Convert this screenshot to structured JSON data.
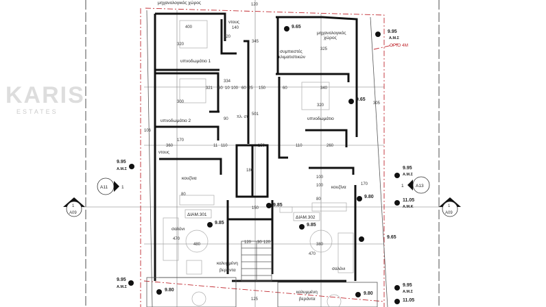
{
  "plan": {
    "rooms": {
      "mech_top_left": "μηχανολογικός χώρος",
      "shower_top": "ντους",
      "bedroom1": "υπνοδωμάτιο 1",
      "bedroom2": "υπνοδωμάτιο 2",
      "mech_right_1": "μηχανολογικός",
      "mech_right_2": "χώρος",
      "compressors_1": "συμπιεστές",
      "compressors_2": "κλιματιστικών",
      "bedroom_right": "υπνοδωμάτιο",
      "shower_left": "ντους",
      "kitchen_left": "κουζίνα",
      "kitchen_right": "κουζίνα",
      "living_left": "σαλόνι",
      "living_right": "σαλόνι",
      "storage": "πλ. στ.",
      "veranda_left_1": "καλυμμένη",
      "veranda_left_2": "βεράντα",
      "veranda_right_1": "καλυμμένη",
      "veranda_right_2": "βεράντα"
    },
    "apartments": {
      "left": "ΔΙΑΜ.301",
      "right": "ΔΙΑΜ.302"
    },
    "limit_label": "ΟΡΙΟ 4Μ",
    "levels": {
      "l965_a": "9.65",
      "l965_b": "9.65",
      "l965_c": "9.65",
      "l995_tr": "9.95",
      "l995_l": "9.95",
      "l995_r": "9.95",
      "l995_bl": "9.95",
      "l995_br": "9.95",
      "l985_core": "9.85",
      "l985_left": "9.85",
      "l985_right": "9.85",
      "l980_r": "9.80",
      "l980_bl": "9.80",
      "l980_br": "9.80",
      "l1105_r": "11.05",
      "l1105_br": "11.05"
    },
    "level_tags": {
      "ams": "Α.Μ.Σ",
      "amk": "Α.Μ.Κ"
    },
    "section_marks": {
      "a11": "A11",
      "a11_num": "1",
      "a13": "A13",
      "a13_num": "1",
      "a09_left": "A09",
      "a09_left_num": "1",
      "a09_right": "A09",
      "a09_right_num": "1"
    },
    "dims": {
      "d400": "400",
      "d140": "140",
      "d220": "220",
      "d320a": "320",
      "d345": "345",
      "d325": "325",
      "d321": "321",
      "d60a": "60",
      "d10": "10",
      "d100a": "100",
      "d60b": "60",
      "d25": "25",
      "d150a": "150",
      "d60c": "60",
      "d340": "340",
      "d334": "334",
      "d300": "300",
      "d320b": "320",
      "d501": "501",
      "d305": "305",
      "d90": "90",
      "d360": "360",
      "d11": "11",
      "d110a": "110",
      "d150b": "150",
      "d110b": "110",
      "d260": "260",
      "d106": "106",
      "d170": "170",
      "d180": "180",
      "d100b": "100",
      "d100c": "100",
      "d80a": "80",
      "d80b": "80",
      "d150c": "150",
      "d470a": "470",
      "d480": "480",
      "d380": "380",
      "d470b": "470",
      "d120a": "120",
      "d30": "30",
      "d120b": "120",
      "d125": "125",
      "d170b": "170",
      "d120top": "120"
    },
    "watermark": {
      "main": "KARIS",
      "sub": "ESTATES"
    }
  },
  "colors": {
    "wall": "#111111",
    "boundary": "#c0262d",
    "grid": "#777777"
  }
}
